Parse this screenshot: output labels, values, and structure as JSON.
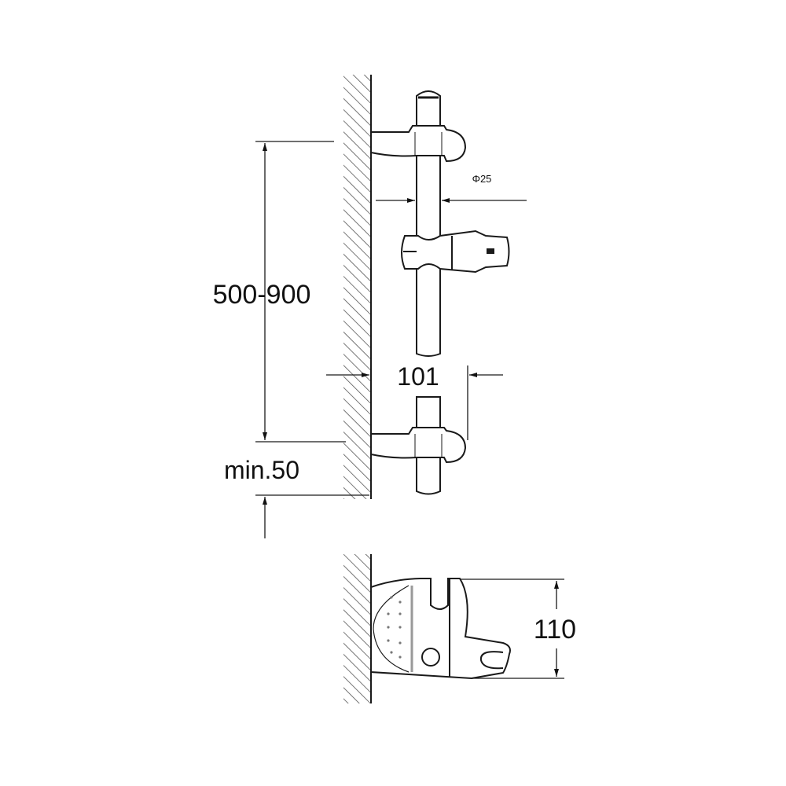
{
  "drawing": {
    "title": "Shower rail dimension drawing",
    "dimensions": {
      "height_range": "500-900",
      "projection": "101",
      "min_offset": "min.50",
      "diameter": "Φ25",
      "bracket_height": "110"
    },
    "colors": {
      "line": "#1a1a1a",
      "hatch": "#555555",
      "background": "#ffffff"
    }
  }
}
